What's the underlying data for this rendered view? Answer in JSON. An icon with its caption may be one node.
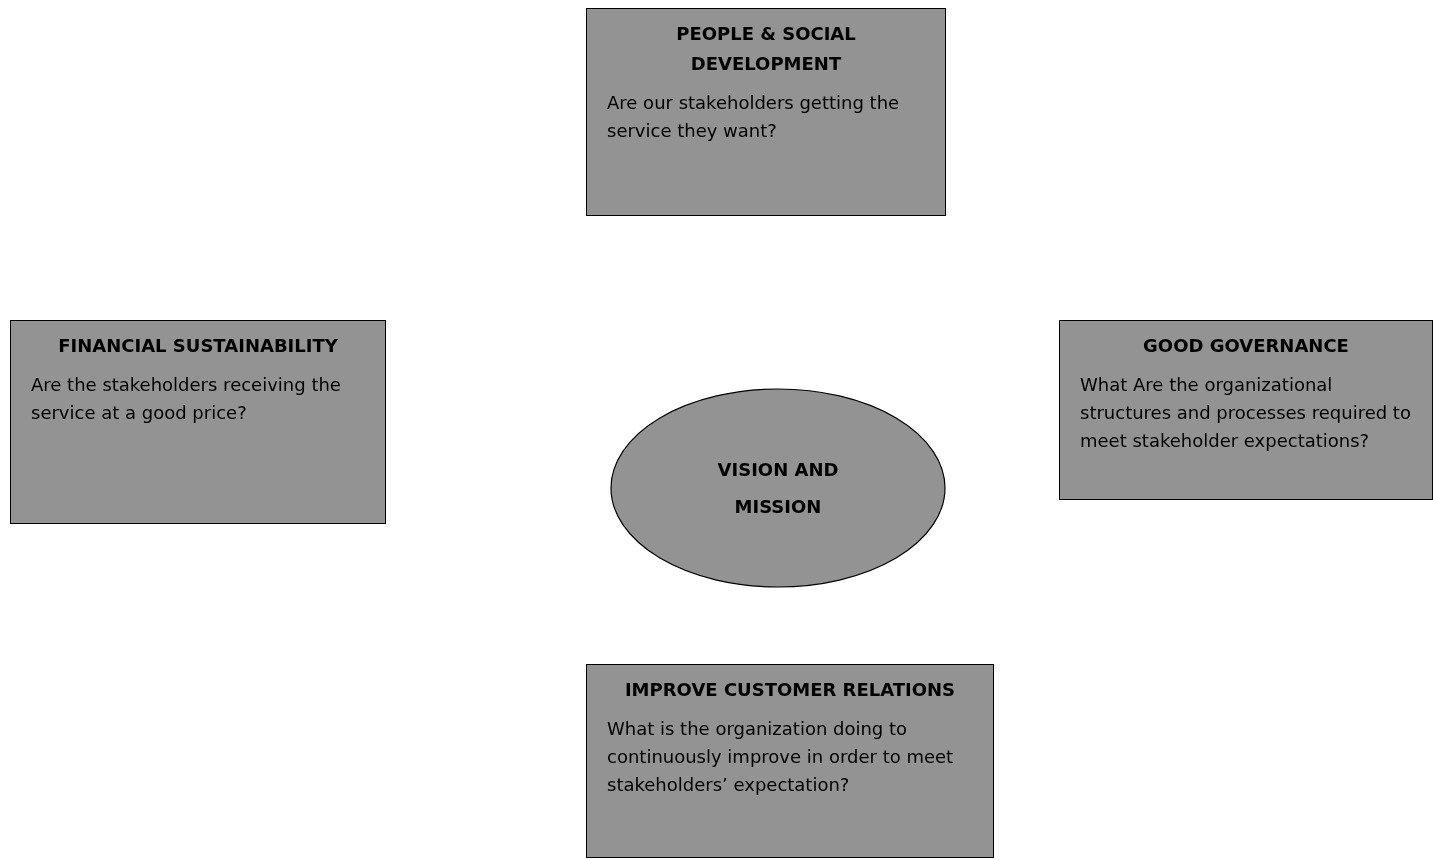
{
  "diagram": {
    "nodes": [
      {
        "text": [
          "PEOPLE & SOCIAL DEVELOPMENT",
          "Are our stakeholders getting the service they want?"
        ]
      },
      {
        "text": [
          "FINANCIAL SUSTAINABILITY",
          "Are the stakeholders receiving the service at a good price?"
        ]
      },
      {
        "text": [
          "VISION AND MISSION"
        ]
      },
      {
        "text": [
          "GOOD GOVERNANCE",
          "What Are the organizational structures and processes required to meet stakeholder expectations?"
        ]
      },
      {
        "text": [
          "IMPROVE CUSTOMER RELATIONS",
          "What is the organization doing to continuously improve in order to meet stakeholders’ expectation?"
        ]
      }
    ]
  }
}
